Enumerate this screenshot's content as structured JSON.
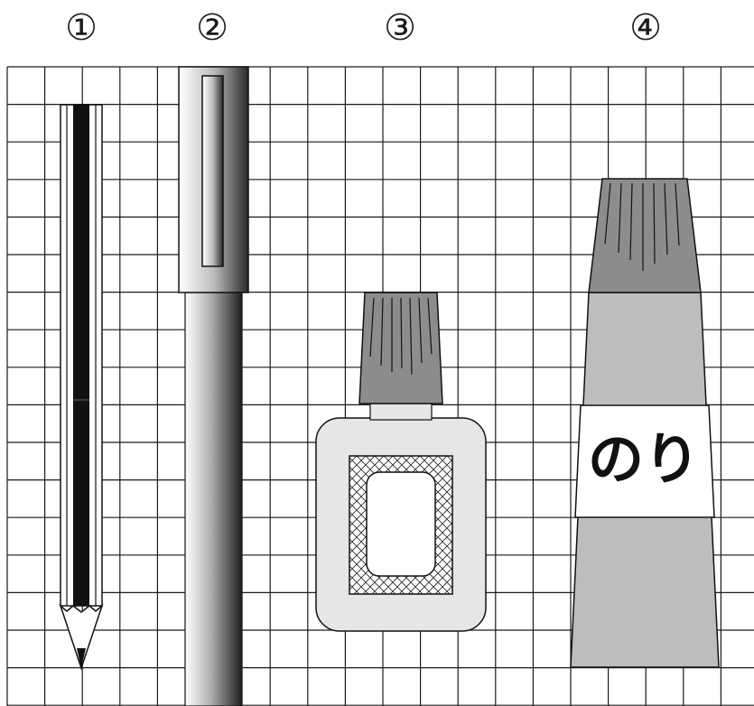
{
  "items": [
    {
      "label": "①",
      "object": "pencil-icon"
    },
    {
      "label": "②",
      "object": "pen-icon"
    },
    {
      "label": "③",
      "object": "correction-fluid-icon"
    },
    {
      "label": "④",
      "object": "glue-tube-icon"
    }
  ],
  "glue_tube_text": "のり",
  "colors": {
    "grid": "#1a1a1a",
    "cap_gray": "#8c8c8c",
    "tube_gray": "#bdbdbd",
    "bottle_body": "#e6e6e6"
  }
}
